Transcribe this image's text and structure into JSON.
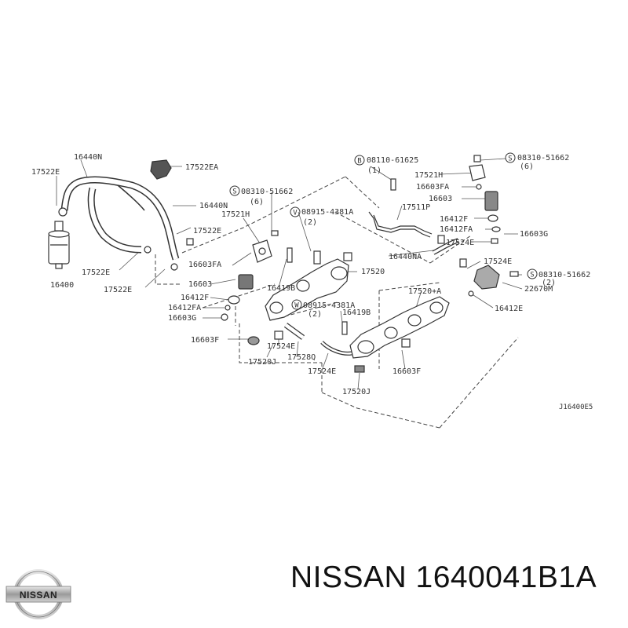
{
  "diagram": {
    "code": "J16400E5",
    "labels": {
      "l_16440N_top": "16440N",
      "l_17522E_a": "17522E",
      "l_17522EA": "17522EA",
      "l_16440N_b": "16440N",
      "l_17522E_b": "17522E",
      "l_17522E_c": "17522E",
      "l_17522E_d": "17522E",
      "l_16400": "16400",
      "l_08310_a": "08310-51662",
      "l_q6_a": "(6)",
      "l_17521H_a": "17521H",
      "l_16603FA_a": "16603FA",
      "l_16603_a": "16603",
      "l_16412F_a": "16412F",
      "l_16412FA_a": "16412FA",
      "l_16603G_a": "16603G",
      "l_16603F_a": "16603F",
      "l_08915_a": "08915-4381A",
      "l_q2_a": "(2)",
      "l_16419B_a": "16419B",
      "l_08915_b": "08915-4381A",
      "l_q2_b": "(2)",
      "l_16419B_b": "16419B",
      "l_17524E_a": "17524E",
      "l_17520J_a": "17520J",
      "l_17528Q": "17528Q",
      "l_17524E_b": "17524E",
      "l_17520J_b": "17520J",
      "l_17520": "17520",
      "l_08110": "08110-61625",
      "l_q1": "(1)",
      "l_17511P": "17511P",
      "l_16440NA": "16440NA",
      "l_08310_b": "08310-51662",
      "l_q6_b": "(6)",
      "l_17521H_b": "17521H",
      "l_16603FA_b": "16603FA",
      "l_16603_b": "16603",
      "l_16412F_b": "16412F",
      "l_16412FA_b": "16412FA",
      "l_17524E_c": "17524E",
      "l_16603G_b": "16603G",
      "l_17524E_d": "17524E",
      "l_08310_c": "08310-51662",
      "l_q2_c": "(2)",
      "l_22670M": "22670M",
      "l_16412E": "16412E",
      "l_17520A": "17520+A",
      "l_16603F_b": "16603F"
    },
    "prefixes": {
      "s_a": "S",
      "v_a": "V",
      "w_a": "W",
      "b_a": "B",
      "s_b": "S",
      "s_c": "S"
    }
  },
  "footer": {
    "brand_logo_text": "NISSAN",
    "title": "NISSAN 1640041B1A"
  }
}
